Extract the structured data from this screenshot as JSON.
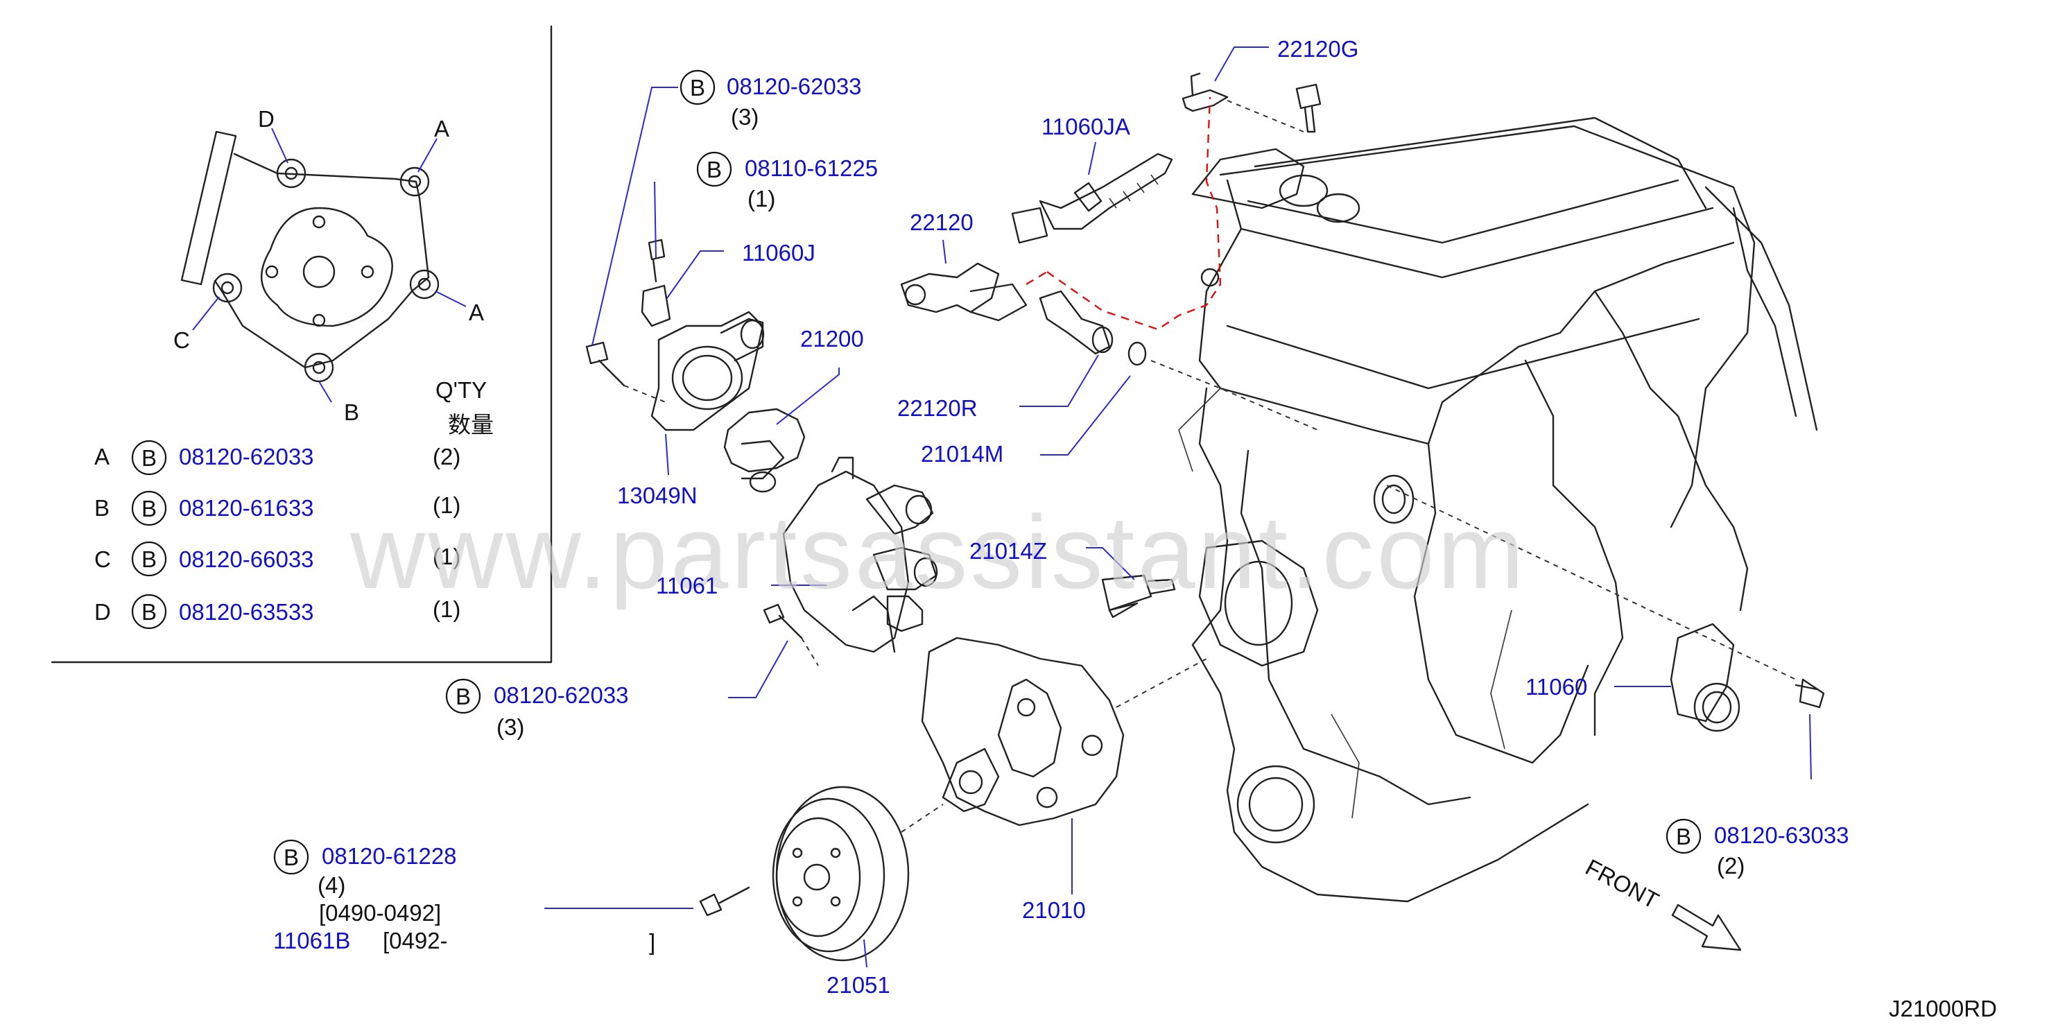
{
  "watermark": "www.partsassistant.com",
  "diagram_code": "J21000RD",
  "front_label": "FRONT",
  "qty_box": {
    "title_en": "Q'TY",
    "title_cn": "数量",
    "rows": [
      {
        "key": "A",
        "b": "B",
        "part": "08120-62033",
        "qty": "(2)"
      },
      {
        "key": "B",
        "b": "B",
        "part": "08120-61633",
        "qty": "(1)"
      },
      {
        "key": "C",
        "b": "B",
        "part": "08120-66033",
        "qty": "(1)"
      },
      {
        "key": "D",
        "b": "B",
        "part": "08120-63533",
        "qty": "(1)"
      }
    ],
    "pump_labels": {
      "a1": "A",
      "a2": "A",
      "b": "B",
      "c": "C",
      "d": "D"
    }
  },
  "callouts": {
    "c1": {
      "b": "B",
      "part": "08120-62033",
      "qty": "(3)"
    },
    "c2": {
      "b": "B",
      "part": "08110-61225",
      "qty": "(1)"
    },
    "c3": {
      "b": "B",
      "part": "08120-62033",
      "qty": "(3)"
    },
    "c4": {
      "b": "B",
      "part": "08120-61228",
      "qty": "(4)",
      "range1": "[0490-0492]",
      "part2": "11061B",
      "range2": "[0492-",
      "range2_end": "]"
    },
    "c5": {
      "b": "B",
      "part": "08120-63033",
      "qty": "(2)"
    }
  },
  "parts": {
    "p22120G": "22120G",
    "p11060JA": "11060JA",
    "p22120": "22120",
    "p11060J": "11060J",
    "p21200": "21200",
    "p22120R": "22120R",
    "p21014M": "21014M",
    "p13049N": "13049N",
    "p21014Z": "21014Z",
    "p11061": "11061",
    "p11060": "11060",
    "p21010": "21010",
    "p21051": "21051"
  }
}
